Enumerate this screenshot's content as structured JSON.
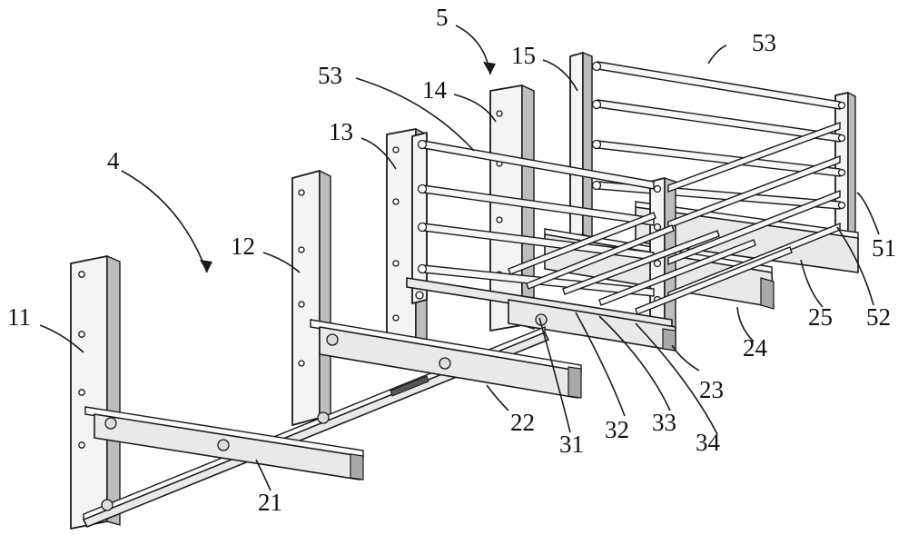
{
  "labels": {
    "l11": "11",
    "l12": "12",
    "l13": "13",
    "l14": "14",
    "l15": "15",
    "l21": "21",
    "l22": "22",
    "l23": "23",
    "l24": "24",
    "l25": "25",
    "l31": "31",
    "l32": "32",
    "l33": "33",
    "l34": "34",
    "l4": "4",
    "l5": "5",
    "l51": "51",
    "l52": "52",
    "l53a": "53",
    "l53b": "53"
  }
}
